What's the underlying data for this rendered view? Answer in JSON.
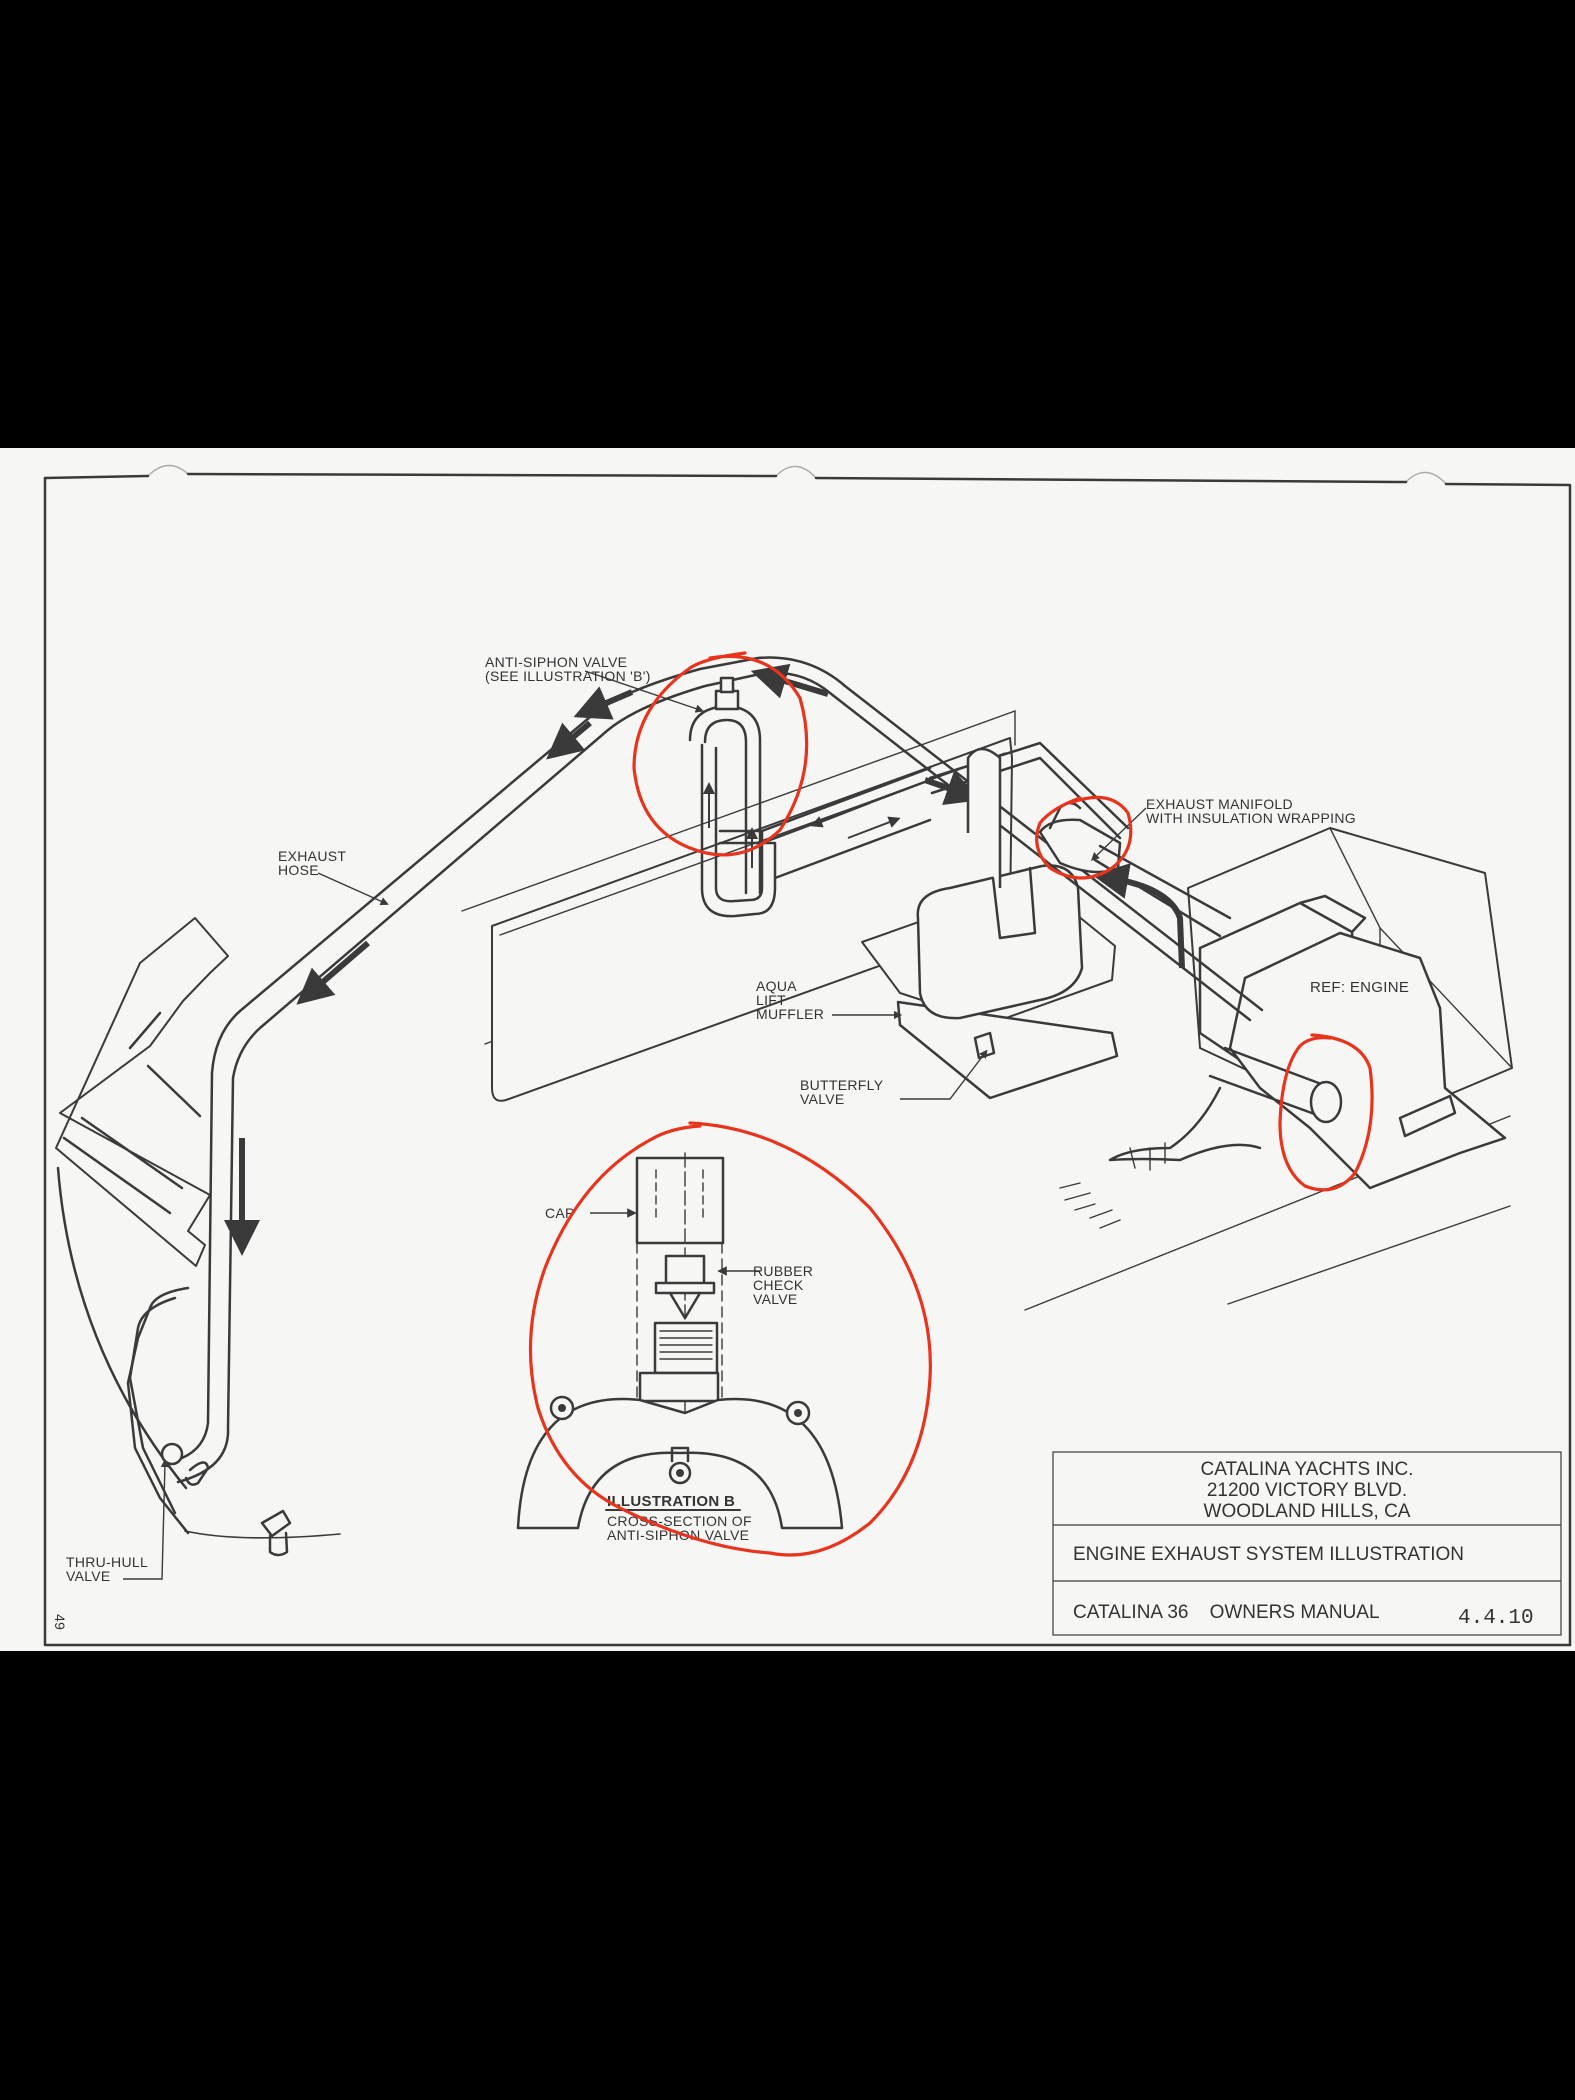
{
  "labels": {
    "anti_siphon_1": "ANTI-SIPHON VALVE",
    "anti_siphon_2": "(SEE ILLUSTRATION 'B')",
    "exhaust_manifold_1": "EXHAUST MANIFOLD",
    "exhaust_manifold_2": "WITH INSULATION WRAPPING",
    "exhaust_hose_1": "EXHAUST",
    "exhaust_hose_2": "HOSE",
    "aqua_1": "AQUA",
    "aqua_2": "LIFT",
    "aqua_3": "MUFFLER",
    "ref_engine": "REF: ENGINE",
    "butterfly_1": "BUTTERFLY",
    "butterfly_2": "VALVE",
    "cap": "CAP",
    "rubber_1": "RUBBER",
    "rubber_2": "CHECK",
    "rubber_3": "VALVE",
    "illustration_b": "ILLUSTRATION B",
    "cross_1": "CROSS-SECTION OF",
    "cross_2": "ANTI-SIPHON VALVE",
    "thru_hull_1": "THRU-HULL",
    "thru_hull_2": "VALVE",
    "page_number": "49"
  },
  "title_block": {
    "company": "CATALINA YACHTS INC.",
    "address": "21200 VICTORY BLVD.",
    "city": "WOODLAND HILLS, CA",
    "drawing_title": "ENGINE EXHAUST SYSTEM ILLUSTRATION",
    "manual": "CATALINA 36    OWNERS MANUAL",
    "number": "4.4.10"
  },
  "colors": {
    "paper": "#f6f6f4",
    "ink": "#3a3a3a",
    "annotation_red": "#e8341c"
  }
}
